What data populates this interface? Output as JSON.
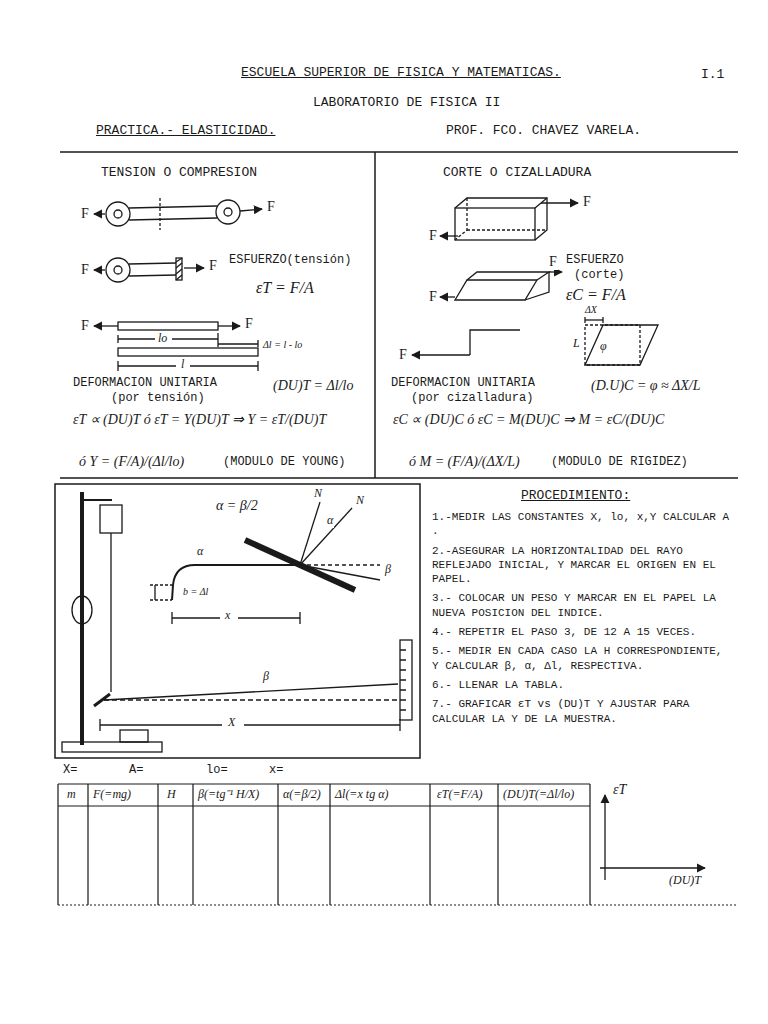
{
  "diagram": {
    "title": "ESCUELA SUPERIOR DE FISICA Y MATEMATICAS.",
    "labels": [
      "I.1",
      "LABORATORIO DE FISICA II",
      "PRACTICA.- ELASTICIDAD.",
      "PROF. FCO. CHAVEZ VARELA.",
      "TENSION O COMPRESION",
      "F",
      "F",
      "F",
      "F",
      "ESFUERZO(tensión)",
      "εT = F/A",
      "F",
      "F",
      "lo",
      "Δl = l - lo",
      "l",
      "DEFORMACION UNITARIA",
      "(por tensión)",
      "(DU)T = Δl/lo",
      "εT ∝ (DU)T ó εT = Y(DU)T ⇒ Y = εT/(DU)T",
      "ó Y = (F/A)/(Δl/lo)",
      "(MODULO DE YOUNG)",
      "CORTE O CIZALLADURA",
      "F",
      "F",
      "F",
      "F",
      "ESFUERZO",
      "(corte)",
      "εC = F/A",
      "F",
      "ΔX",
      "L",
      "φ",
      "DEFORMACION UNITARIA",
      "(por cizalladura)",
      "(D.U)C = φ ≈ ΔX/L",
      "εC ∝ (DU)C ó εC = M(DU)C ⇒ M = εC/(DU)C",
      "ó M = (F/A)/(ΔX/L)",
      "(MODULO DE RIGIDEZ)",
      "α = β/2",
      "N",
      "N",
      "α",
      "β",
      "α",
      "b = Δl",
      "x",
      "X",
      "β",
      "PROCEDIMIENTO:",
      "1.-MEDIR LAS CONSTANTES X, lo, x,Y CALCULAR A .",
      "2.-ASEGURAR LA HORIZONTALIDAD DEL RAYO REFLEJADO INICIAL, Y MARCAR EL ORIGEN EN EL PAPEL.",
      "3.- COLOCAR UN PESO Y MARCAR EN EL PAPEL LA NUEVA POSICION DEL INDICE.",
      "4.- REPETIR EL PASO 3, DE 12 A 15 VECES.",
      "5.- MEDIR EN CADA CASO LA H CORRESPONDIENTE, Y CALCULAR β, α, Δl, RESPECTIVA.",
      "6.- LLENAR LA TABLA.",
      "7.- GRAFICAR εT vs (DU)T Y AJUSTAR PARA CALCULAR LA Y DE LA MUESTRA.",
      "X=",
      "A=",
      "lo=",
      "x=",
      "m",
      "F(=mg)",
      "H",
      "β(=tg⁻¹ H/X)",
      "α(=β/2)",
      "Δl(=x tg α)",
      "εT(=F/A)",
      "(DU)T(=Δl/lo)",
      "εT",
      "(DU)T"
    ]
  }
}
